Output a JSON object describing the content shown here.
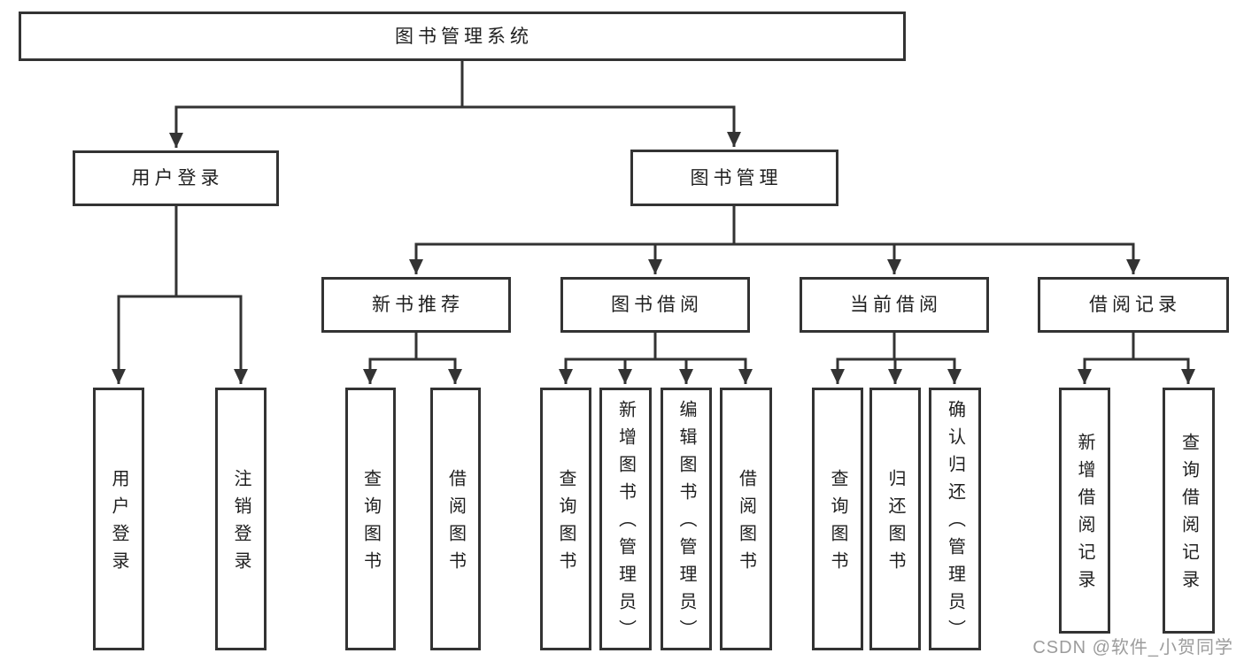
{
  "colors": {
    "line": "#333333",
    "text": "#1f1f1f",
    "background": "#ffffff",
    "watermark": "#9c9c9c"
  },
  "diagram": {
    "title": "图书管理系统",
    "root": {
      "label": "图书管理系统"
    },
    "level2": [
      {
        "label": "用户登录"
      },
      {
        "label": "图书管理"
      }
    ],
    "level3": [
      {
        "label": "新书推荐"
      },
      {
        "label": "图书借阅"
      },
      {
        "label": "当前借阅"
      },
      {
        "label": "借阅记录"
      }
    ],
    "leaves": [
      {
        "label": "用户登录",
        "parent": "用户登录"
      },
      {
        "label": "注销登录",
        "parent": "用户登录"
      },
      {
        "label": "查询图书",
        "parent": "新书推荐"
      },
      {
        "label": "借阅图书",
        "parent": "新书推荐"
      },
      {
        "label": "查询图书",
        "parent": "图书借阅"
      },
      {
        "label": "新增图书（管理员）",
        "parent": "图书借阅"
      },
      {
        "label": "编辑图书（管理员）",
        "parent": "图书借阅"
      },
      {
        "label": "借阅图书",
        "parent": "图书借阅"
      },
      {
        "label": "查询图书",
        "parent": "当前借阅"
      },
      {
        "label": "归还图书",
        "parent": "当前借阅"
      },
      {
        "label": "确认归还（管理员）",
        "parent": "当前借阅"
      },
      {
        "label": "新增借阅记录",
        "parent": "借阅记录"
      },
      {
        "label": "查询借阅记录",
        "parent": "借阅记录"
      }
    ]
  },
  "watermark": {
    "text": "CSDN @软件_小贺同学"
  }
}
